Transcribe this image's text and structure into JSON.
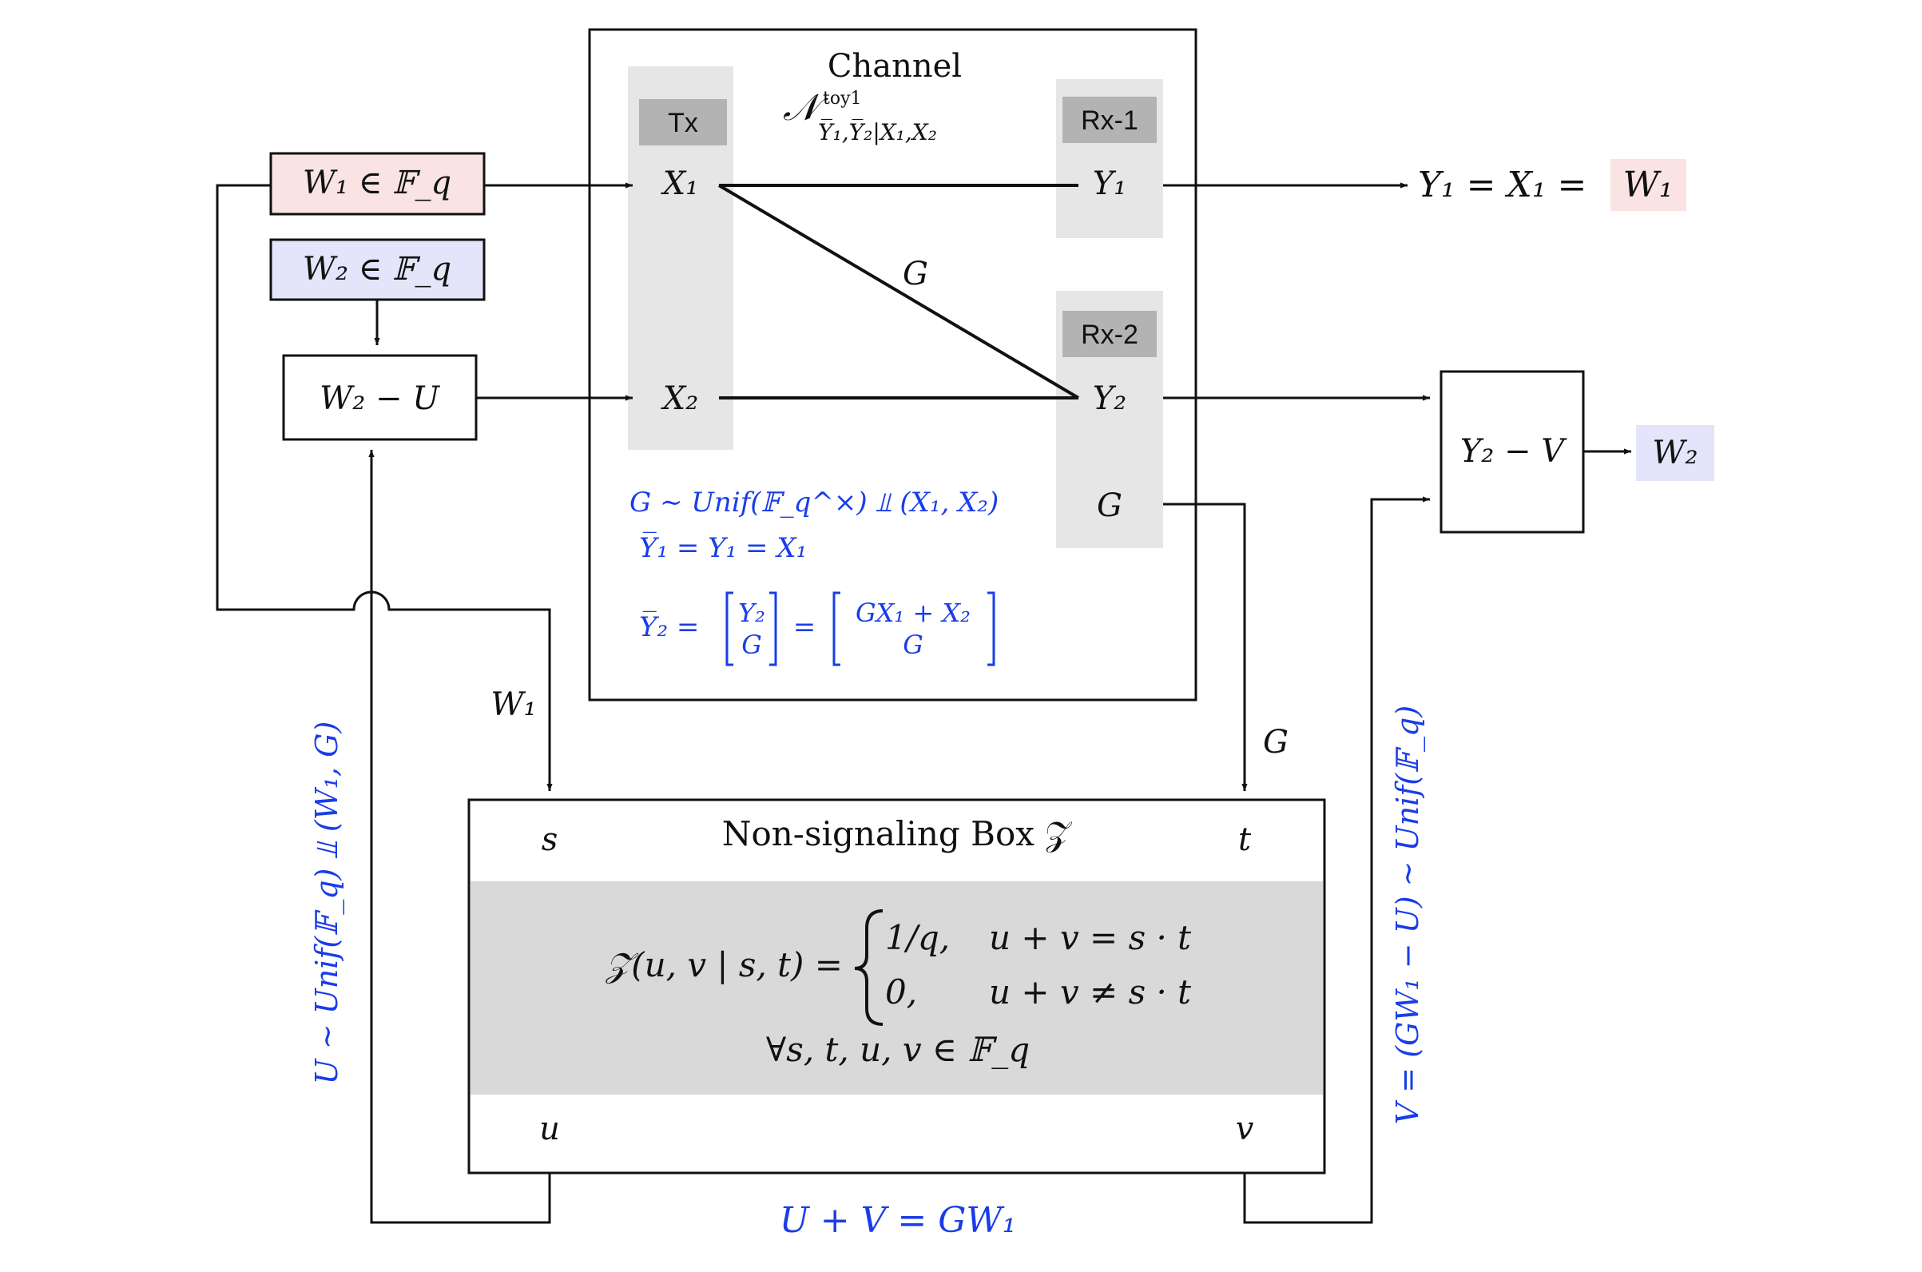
{
  "colors": {
    "stroke": "#111111",
    "blue_text": "#1a3de8",
    "w1_fill": "#f9e3e3",
    "w2_fill": "#e4e4fb",
    "panel_gray": "#e6e6e6",
    "header_gray": "#b3b3b3",
    "box_band_gray": "#d9d9d9"
  },
  "channel": {
    "title": "Channel",
    "kernel_symbol": "𝒩",
    "kernel_superscript": "toy1",
    "kernel_subscript": "Y̅₁,Y̅₂|X₁,X₂",
    "tx_label": "Tx",
    "rx1_label": "Rx-1",
    "rx2_label": "Rx-2",
    "x1": "X₁",
    "x2": "X₂",
    "y1": "Y₁",
    "y2": "Y₂",
    "g_output": "G",
    "g_edge": "G",
    "note_line1": "G ∼ Unif(𝔽_q^×) ⫫ (X₁, X₂)",
    "note_line2": "Y̅₁ = Y₁ = X₁",
    "note_y2bar": "Y̅₂ =",
    "note_matrix_left_top": "Y₂",
    "note_matrix_left_bottom": "G",
    "note_eq": "=",
    "note_matrix_right_top": "GX₁ + X₂",
    "note_matrix_right_bottom": "G"
  },
  "inputs": {
    "w1_box": "W₁ ∈ 𝔽_q",
    "w2_box": "W₂ ∈ 𝔽_q",
    "w2_minus_u": "W₂ − U"
  },
  "outputs": {
    "y1_eq": "Y₁ = X₁ =",
    "w1_result": "W₁",
    "y2_minus_v": "Y₂ − V",
    "w2_result": "W₂"
  },
  "box": {
    "title": "Non-signaling Box 𝒵",
    "s": "s",
    "t": "t",
    "u": "u",
    "v": "v",
    "formula_lhs": "𝒵(u, v | s, t) =",
    "case1_value": "1/q,",
    "case1_cond": "u + v = s · t",
    "case2_value": "0,",
    "case2_cond": "u + v ≠ s · t",
    "quantifier": "∀s, t, u, v ∈ 𝔽_q"
  },
  "wires": {
    "w1_label": "W₁",
    "g_label": "G",
    "u_side_label": "U ∼ Unif(𝔽_q) ⫫ (W₁, G)",
    "v_side_label": "V = (GW₁ − U) ∼ Unif(𝔽_q)",
    "sum_label": "U + V = GW₁"
  }
}
